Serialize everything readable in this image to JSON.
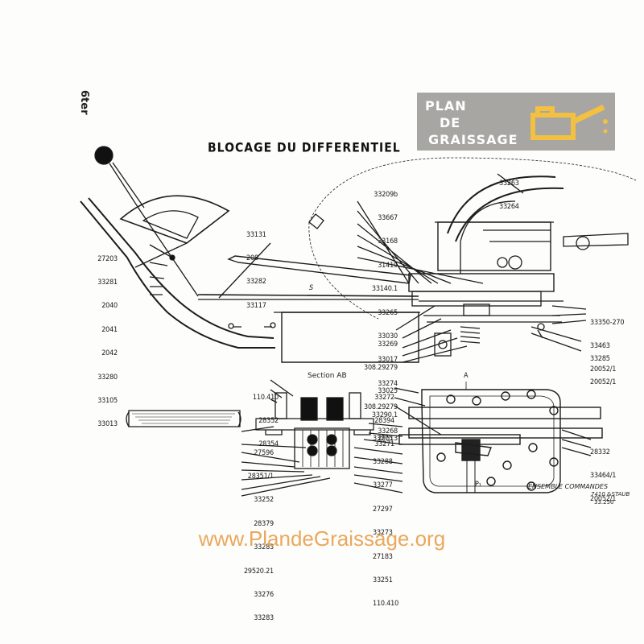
{
  "document": {
    "side_marker": "6ter",
    "title": "BLOCAGE DU DIFFERENTIEL",
    "section_label": "Section AB",
    "marker_a": "A",
    "marker_s": "S",
    "marker_p": "P₁",
    "ensemble_caption": "ENSEMBLE COMMANDES",
    "ref_code": "7410 &STAUB",
    "ref_number": "33.250",
    "url": "www.PlandeGraissage.org"
  },
  "logo": {
    "line1": "PLAN",
    "line2": "DE",
    "line3": "GRAISSAGE",
    "icon": "oil-can-icon",
    "accent": "#f3c042"
  },
  "labels": {
    "left_lever": [
      "27203",
      "33281",
      "2040",
      "2041",
      "2042",
      "33280",
      "33105",
      "33013"
    ],
    "lever_top": [
      "33131",
      "208",
      "33282",
      "33117"
    ],
    "center_top": [
      "33209b",
      "33667",
      "33168",
      "31419",
      "33140.1",
      "33265",
      "33030",
      "33017",
      "33274",
      "308.29279",
      "33268"
    ],
    "top_right": [
      "33263",
      "33264"
    ],
    "right_upper": [
      "33350-270",
      "33463",
      "20052/1"
    ],
    "right_mid": [
      "33285",
      "20052/1"
    ],
    "center_bottom": [
      "33269",
      "308.29279",
      "33025",
      "33290.1",
      "29513"
    ],
    "section_top": [
      "110.410",
      "28352",
      "28354"
    ],
    "section_left": [
      "27596",
      "28351/1",
      "33252",
      "28379",
      "33283",
      "29520.21",
      "33276",
      "33283"
    ],
    "section_right": [
      "33275",
      "33288",
      "33277",
      "27297",
      "33273",
      "27183",
      "33251",
      "110.410"
    ],
    "commandes_top": [
      "33272",
      "28394",
      "33271"
    ],
    "commandes_right": [
      "28332",
      "33464/1",
      "20052/1"
    ]
  }
}
